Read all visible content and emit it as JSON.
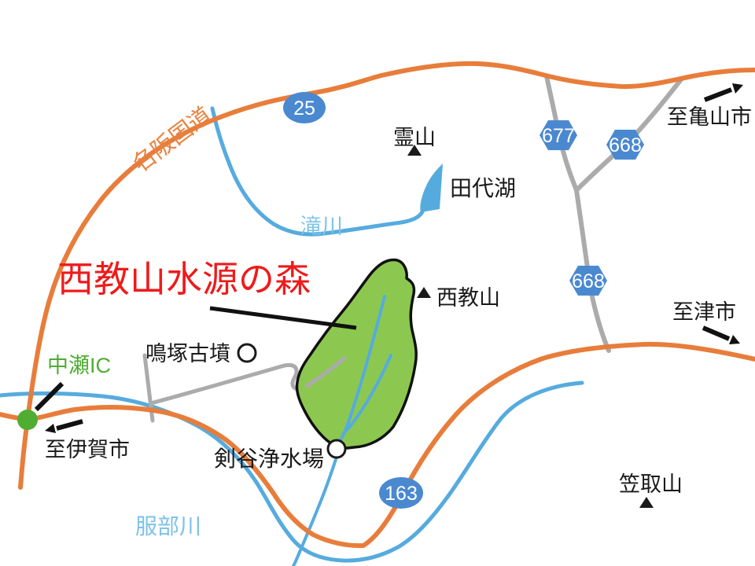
{
  "title": "西教山水源の森",
  "roads": {
    "meihan": "名阪国道",
    "badge_25": "25",
    "badge_677": "677",
    "badge_668_north": "668",
    "badge_668_south": "668",
    "badge_163": "163"
  },
  "rivers": {
    "takigawa": "滝川",
    "hattorigawa": "服部川"
  },
  "places": {
    "reizan": "霊山",
    "tashiro_lake": "田代湖",
    "saikyozan": "西教山",
    "narizuka_kofun": "鳴塚古墳",
    "nakase_ic": "中瀬IC",
    "kengatani_plant": "剣谷浄水場",
    "kasatori_yama": "笠取山"
  },
  "directions": {
    "to_kameyama": "至亀山市",
    "to_tsu": "至津市",
    "to_iga": "至伊賀市"
  },
  "colors": {
    "national_road_orange": "#E87D3B",
    "local_road_gray": "#ABABAB",
    "river_blue": "#56ABDE",
    "river_label_blue": "#7CC2E9",
    "forest_green": "#8CC84F",
    "title_red": "#EE1B1B",
    "ic_green": "#4FAD32",
    "badge_blue": "#4A89D0",
    "marker_black": "#1A1A1A"
  }
}
